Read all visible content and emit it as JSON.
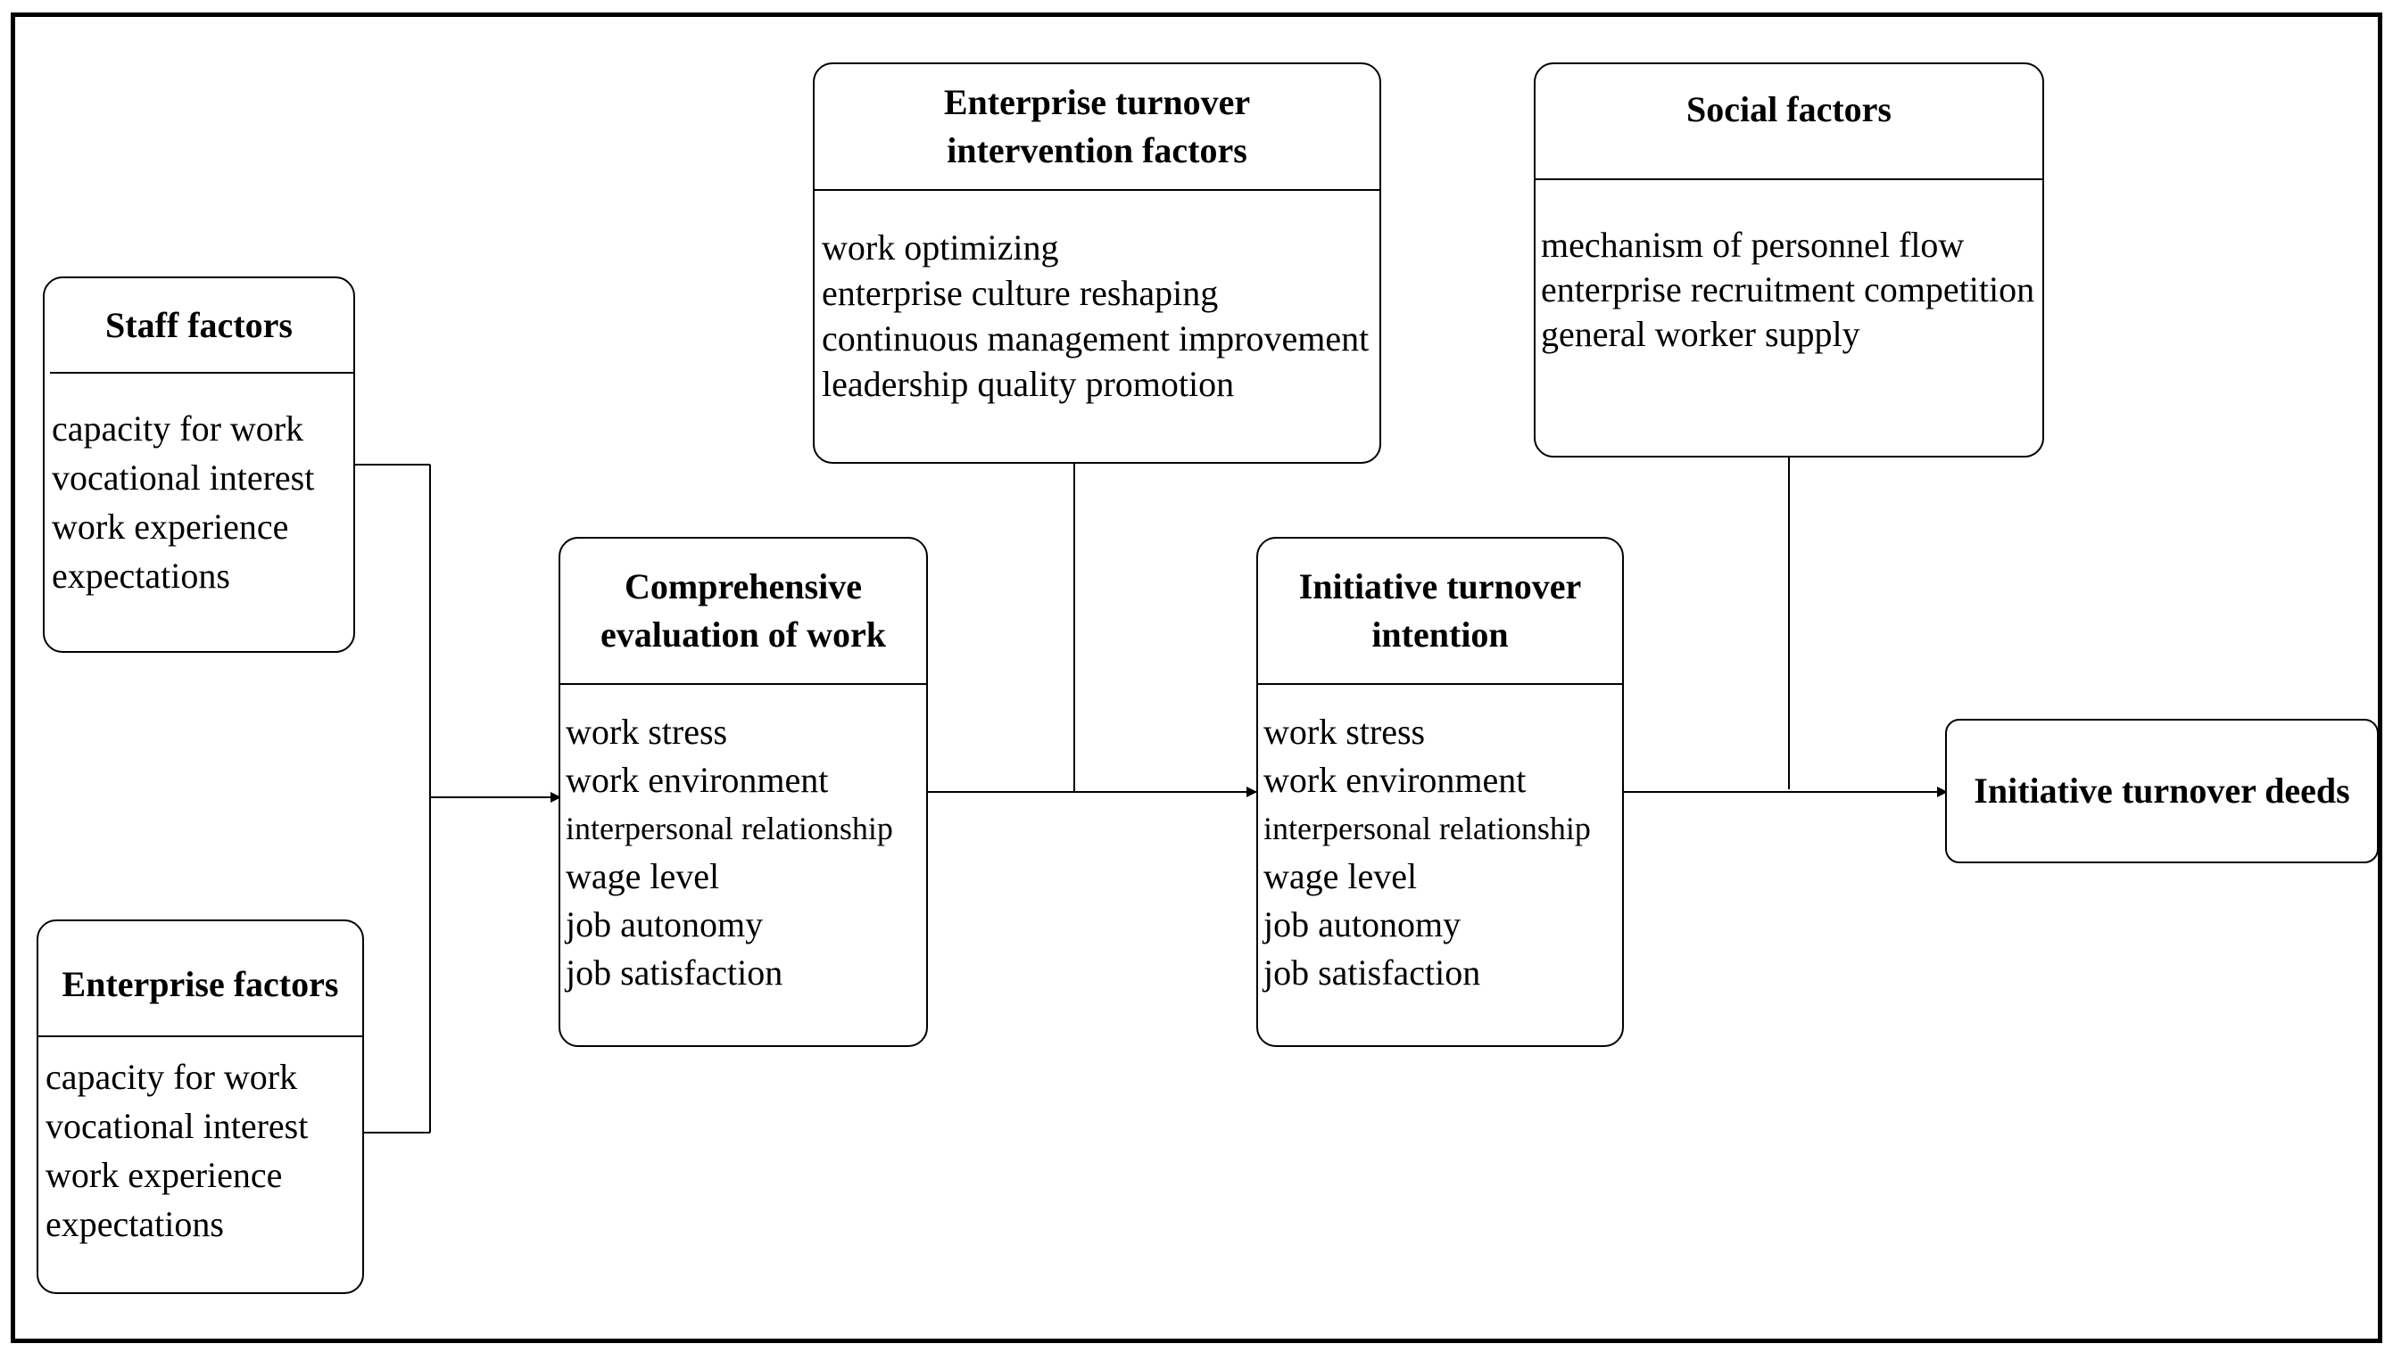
{
  "boxes": {
    "staff": {
      "title": "Staff factors",
      "items": [
        "capacity for work",
        "vocational interest",
        "work experience",
        "expectations"
      ]
    },
    "enterprise": {
      "title": "Enterprise factors",
      "items": [
        "capacity for work",
        "vocational interest",
        "work experience",
        "expectations"
      ]
    },
    "comprehensive": {
      "title_line1": "Comprehensive",
      "title_line2": "evaluation of work",
      "items": [
        "work stress",
        "work environment",
        "interpersonal relationship",
        "wage level",
        "job autonomy",
        "job satisfaction"
      ]
    },
    "intervention": {
      "title_line1": "Enterprise turnover",
      "title_line2": "intervention factors",
      "items": [
        "work optimizing",
        "enterprise culture reshaping",
        "continuous management improvement",
        "leadership quality promotion"
      ]
    },
    "intention": {
      "title_line1": "Initiative turnover",
      "title_line2": "intention",
      "items": [
        "work stress",
        "work environment",
        "interpersonal relationship",
        "wage level",
        "job autonomy",
        "job satisfaction"
      ]
    },
    "social": {
      "title": "Social factors",
      "items": [
        "mechanism of personnel flow",
        "enterprise recruitment competition",
        "general worker supply"
      ]
    },
    "deeds": {
      "title": "Initiative turnover deeds"
    }
  },
  "colors": {
    "stroke": "#000000",
    "background": "#ffffff"
  }
}
